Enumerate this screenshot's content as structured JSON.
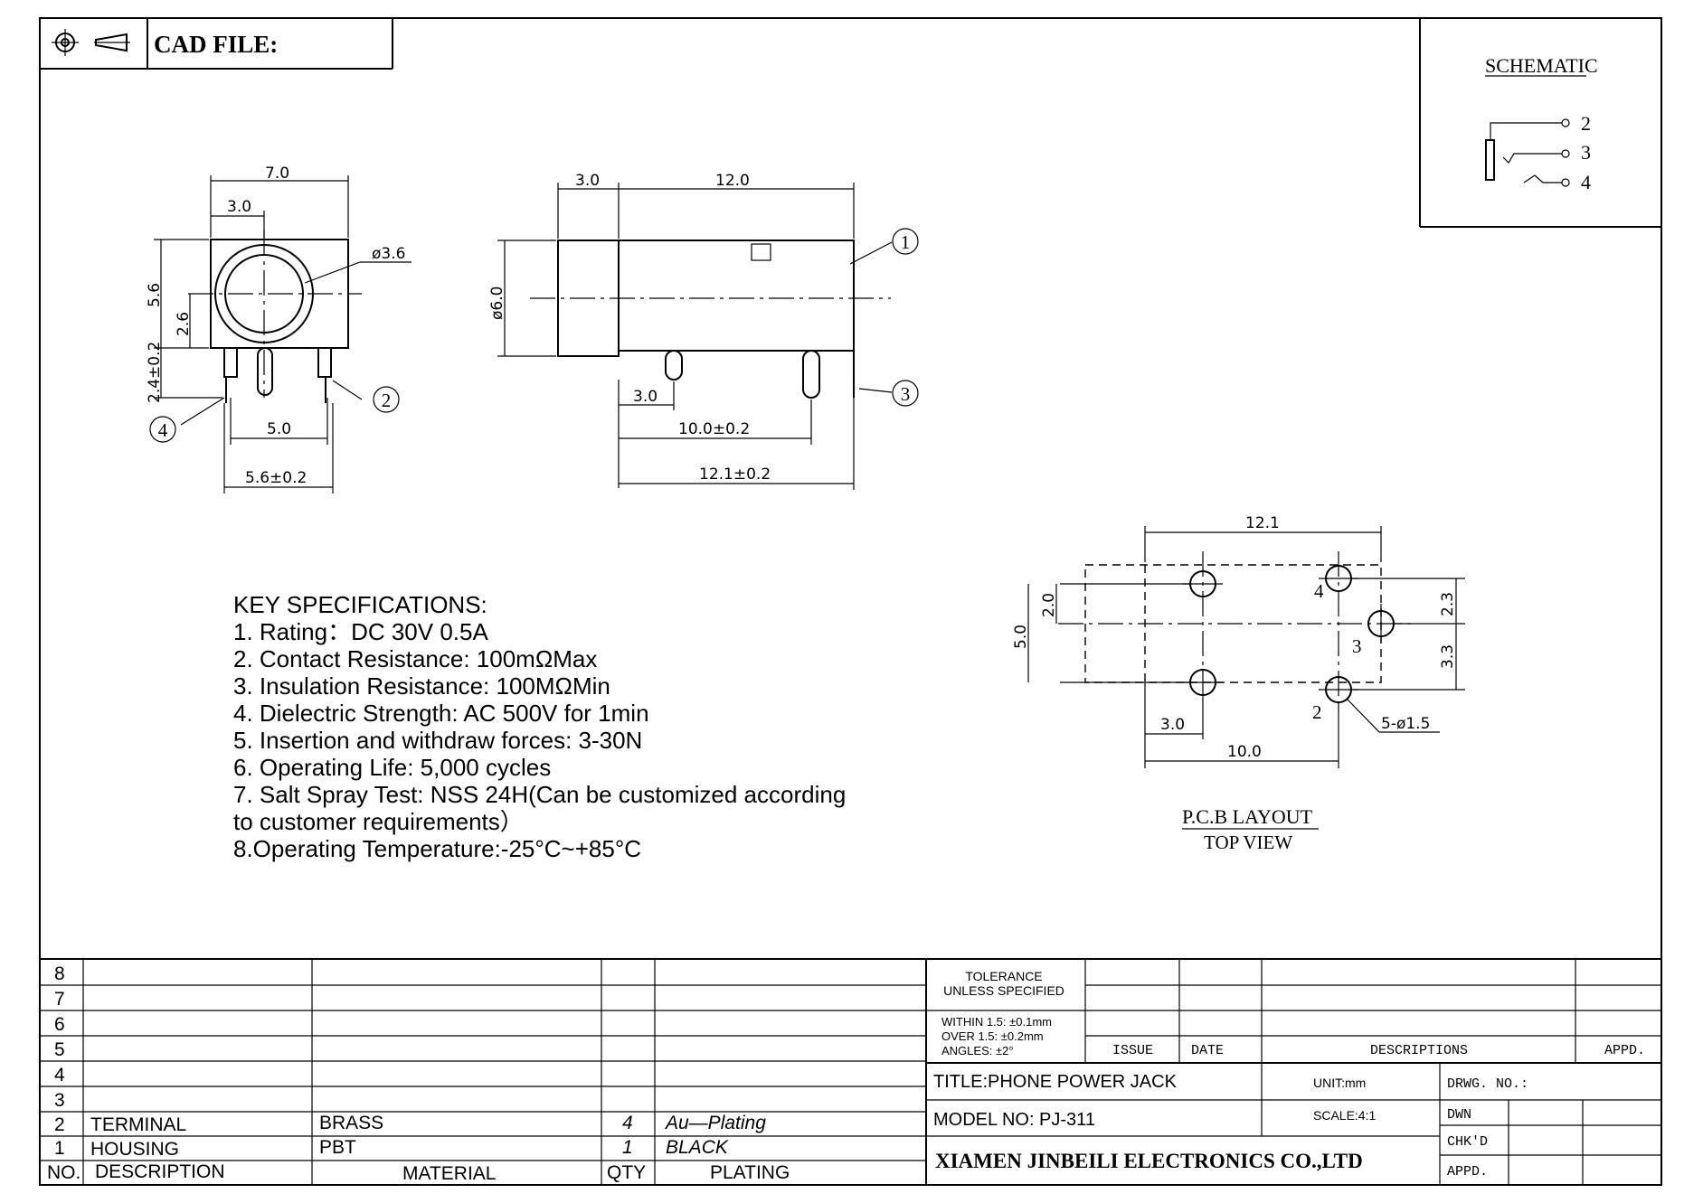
{
  "header": {
    "cad_label": "CAD FILE:",
    "projection_symbol": "first-angle-projection-icon"
  },
  "schematic": {
    "title": "SCHEMATIC",
    "pins": [
      "2",
      "3",
      "4"
    ]
  },
  "front_view": {
    "dims": {
      "width": "7.0",
      "left_offset": "3.0",
      "hole_dia": "ø3.6",
      "height": "5.6",
      "center_height": "2.6",
      "pin_length": "2.4±0.2",
      "pin_pitch": "5.0",
      "outer_pitch": "5.6±0.2"
    },
    "callouts": [
      "2",
      "4"
    ]
  },
  "side_view": {
    "dims": {
      "nose": "3.0",
      "body": "12.0",
      "dia": "ø6.0",
      "pin_offset": "3.0",
      "pin_span": "10.0±0.2",
      "overall": "12.1±0.2"
    },
    "callouts": [
      "1",
      "3"
    ]
  },
  "pcb_layout": {
    "dims": {
      "width": "12.1",
      "row_gap": "2.0",
      "height": "5.0",
      "upper": "2.3",
      "lower": "3.3",
      "first_hole": "3.0",
      "span": "10.0",
      "holes": "5-ø1.5"
    },
    "pin_labels": [
      "4",
      "3",
      "2"
    ],
    "title": "P.C.B LAYOUT",
    "subtitle": "TOP VIEW"
  },
  "specs": {
    "heading": "KEY SPECIFICATIONS:",
    "lines": [
      "1. Rating：DC 30V 0.5A",
      "2. Contact Resistance: 100mΩMax",
      "3. Insulation Resistance: 100MΩMin",
      "4. Dielectric Strength: AC 500V for 1min",
      "5. Insertion and withdraw forces: 3-30N",
      "6. Operating Life: 5,000 cycles",
      "7. Salt Spray Test: NSS 24H(Can be customized according",
      "to customer requirements）",
      "8.Operating Temperature:-25°C~+85°C"
    ]
  },
  "bom": {
    "rows": [
      {
        "no": "8",
        "description": "",
        "material": "",
        "qty": "",
        "plating": ""
      },
      {
        "no": "7",
        "description": "",
        "material": "",
        "qty": "",
        "plating": ""
      },
      {
        "no": "6",
        "description": "",
        "material": "",
        "qty": "",
        "plating": ""
      },
      {
        "no": "5",
        "description": "",
        "material": "",
        "qty": "",
        "plating": ""
      },
      {
        "no": "4",
        "description": "",
        "material": "",
        "qty": "",
        "plating": ""
      },
      {
        "no": "3",
        "description": "",
        "material": "",
        "qty": "",
        "plating": ""
      },
      {
        "no": "2",
        "description": "TERMINAL",
        "material": "BRASS",
        "qty": "4",
        "plating": "Au—Plating"
      },
      {
        "no": "1",
        "description": "HOUSING",
        "material": "PBT",
        "qty": "1",
        "plating": "BLACK"
      }
    ],
    "headers": {
      "no": "NO.",
      "description": "DESCRIPTION",
      "material": "MATERIAL",
      "qty": "QTY",
      "plating": "PLATING"
    }
  },
  "title_block": {
    "tolerance_title": [
      "TOLERANCE",
      "UNLESS SPECIFIED"
    ],
    "tolerance_values": [
      "WITHIN 1.5: ±0.1mm",
      "OVER 1.5:  ±0.2mm",
      "ANGLES: ±2°"
    ],
    "revision_headers": {
      "issue": "ISSUE",
      "date": "DATE",
      "descriptions": "DESCRIPTIONS",
      "appd": "APPD."
    },
    "title": "TITLE:PHONE  POWER  JACK",
    "model": "MODEL  NO:  PJ-311",
    "unit": "UNIT:mm",
    "scale": "SCALE:4:1",
    "drwg_no": "DRWG. NO.:",
    "dwn": "DWN",
    "chkd": "CHK'D",
    "appd": "APPD.",
    "company": "XIAMEN JINBEILI ELECTRONICS CO.,LTD"
  }
}
